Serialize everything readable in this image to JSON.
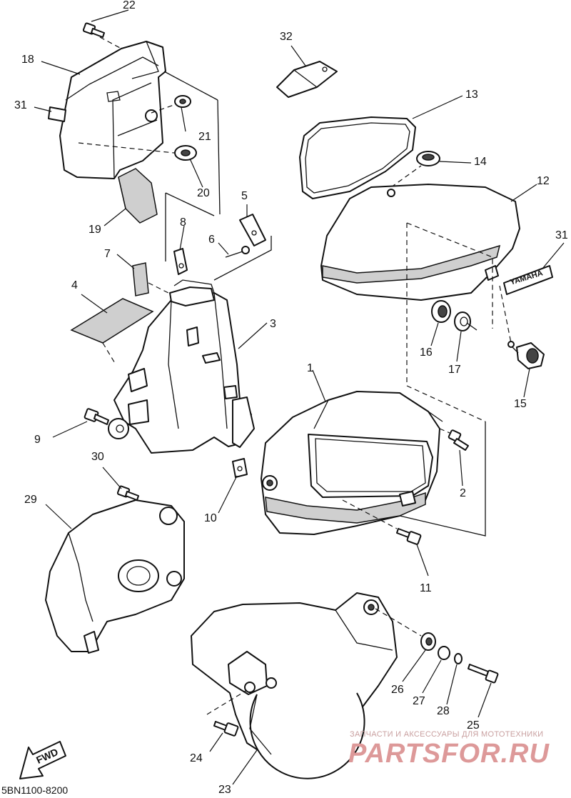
{
  "callouts": [
    {
      "id": "p1",
      "label": "1"
    },
    {
      "id": "p2",
      "label": "2"
    },
    {
      "id": "p3",
      "label": "3"
    },
    {
      "id": "p4",
      "label": "4"
    },
    {
      "id": "p5",
      "label": "5"
    },
    {
      "id": "p6",
      "label": "6"
    },
    {
      "id": "p7",
      "label": "7"
    },
    {
      "id": "p8",
      "label": "8"
    },
    {
      "id": "p9",
      "label": "9"
    },
    {
      "id": "p10",
      "label": "10"
    },
    {
      "id": "p11",
      "label": "11"
    },
    {
      "id": "p12",
      "label": "12"
    },
    {
      "id": "p13",
      "label": "13"
    },
    {
      "id": "p14",
      "label": "14"
    },
    {
      "id": "p15",
      "label": "15"
    },
    {
      "id": "p16",
      "label": "16"
    },
    {
      "id": "p17",
      "label": "17"
    },
    {
      "id": "p18",
      "label": "18"
    },
    {
      "id": "p19",
      "label": "19"
    },
    {
      "id": "p20",
      "label": "20"
    },
    {
      "id": "p21",
      "label": "21"
    },
    {
      "id": "p22",
      "label": "22"
    },
    {
      "id": "p23",
      "label": "23"
    },
    {
      "id": "p24",
      "label": "24"
    },
    {
      "id": "p25",
      "label": "25"
    },
    {
      "id": "p26",
      "label": "26"
    },
    {
      "id": "p27",
      "label": "27"
    },
    {
      "id": "p28",
      "label": "28"
    },
    {
      "id": "p29",
      "label": "29"
    },
    {
      "id": "p30",
      "label": "30"
    },
    {
      "id": "p31a",
      "label": "31"
    },
    {
      "id": "p31b",
      "label": "31"
    },
    {
      "id": "p32",
      "label": "32"
    }
  ],
  "diagram_code": "5BN1100-8200",
  "fwd_label": "FWD",
  "emblem_text": "YAMAHA",
  "watermark": {
    "subtitle": "ЗАПЧАСТИ И АКСЕССУАРЫ ДЛЯ МОТОТЕХНИКИ",
    "brand": "PARTSFOR.RU"
  }
}
